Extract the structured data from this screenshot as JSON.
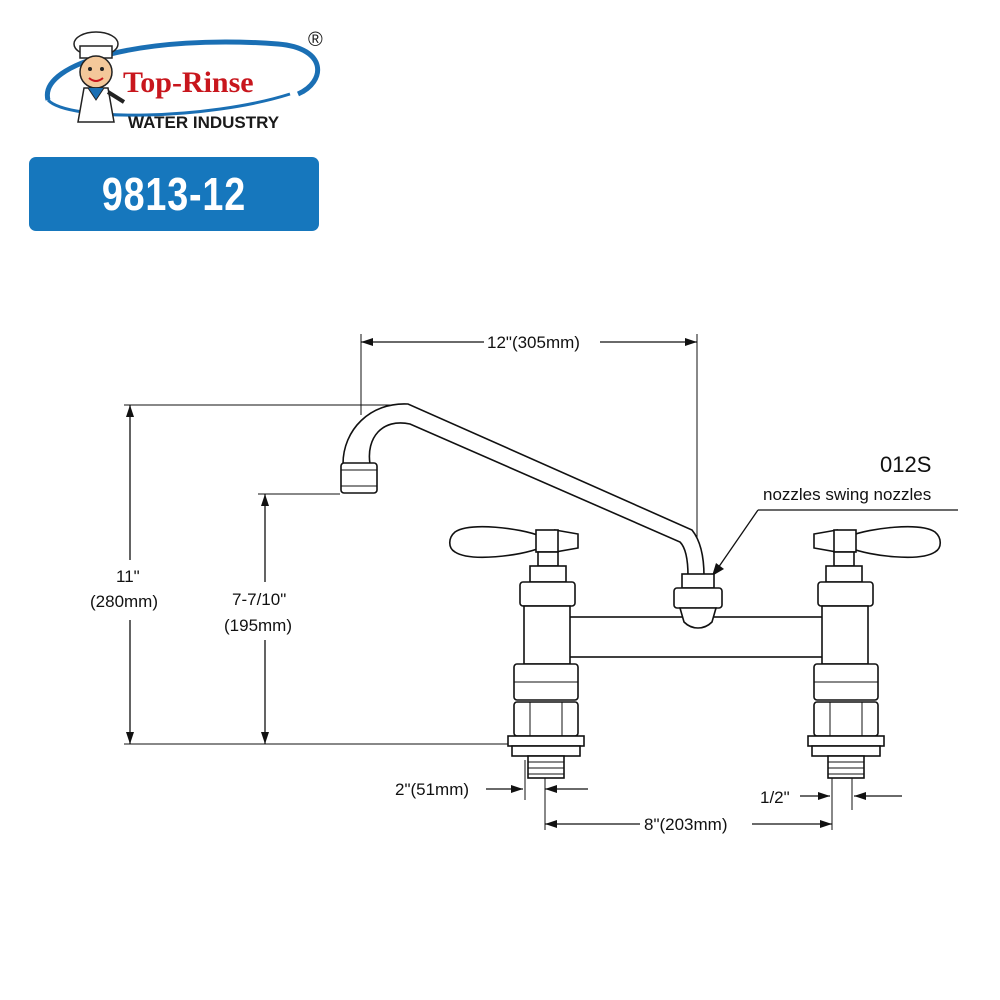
{
  "brand": {
    "name": "Top-Rinse",
    "subtitle": "WATER INDUSTRY",
    "registered_mark": "®",
    "colors": {
      "red": "#c8161d",
      "blue": "#1a6fb4",
      "dark": "#1a1a1a"
    }
  },
  "model": {
    "number": "9813-12",
    "banner_color": "#1677bd"
  },
  "drawing": {
    "part_code": "012S",
    "part_note": "nozzles swing nozzles",
    "dimensions": {
      "spout_reach": "12\"(305mm)",
      "total_height_in": "11\"",
      "total_height_mm": "(280mm)",
      "spout_height_in": "7-7/10\"",
      "spout_height_mm": "(195mm)",
      "shank_width": "2\"(51mm)",
      "center_spacing": "8\"(203mm)",
      "thread_size": "1/2\""
    }
  }
}
